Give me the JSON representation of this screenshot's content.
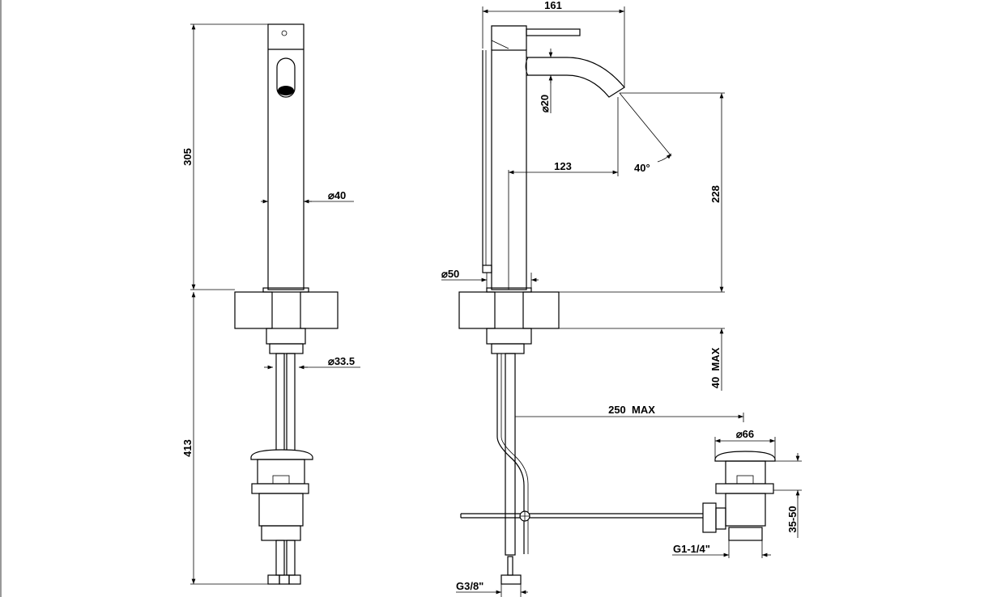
{
  "drawing": {
    "title": "Tall single-lever basin mixer technical drawing",
    "front_view": {
      "height_body": "305",
      "height_below": "413",
      "body_diameter": "⌀40",
      "shank_diameter": "⌀33.5"
    },
    "side_view": {
      "overall_depth": "161",
      "spout_diameter": "⌀20",
      "spout_reach": "123",
      "spray_angle": "40°",
      "spout_height": "228",
      "base_diameter": "⌀50",
      "counter_thickness": "40  MAX",
      "drain_rod_length": "250  MAX",
      "waste_diameter": "⌀66",
      "waste_adjust": "35-50",
      "waste_thread": "G1-1/4\"",
      "hose_thread": "G3/8\""
    }
  }
}
